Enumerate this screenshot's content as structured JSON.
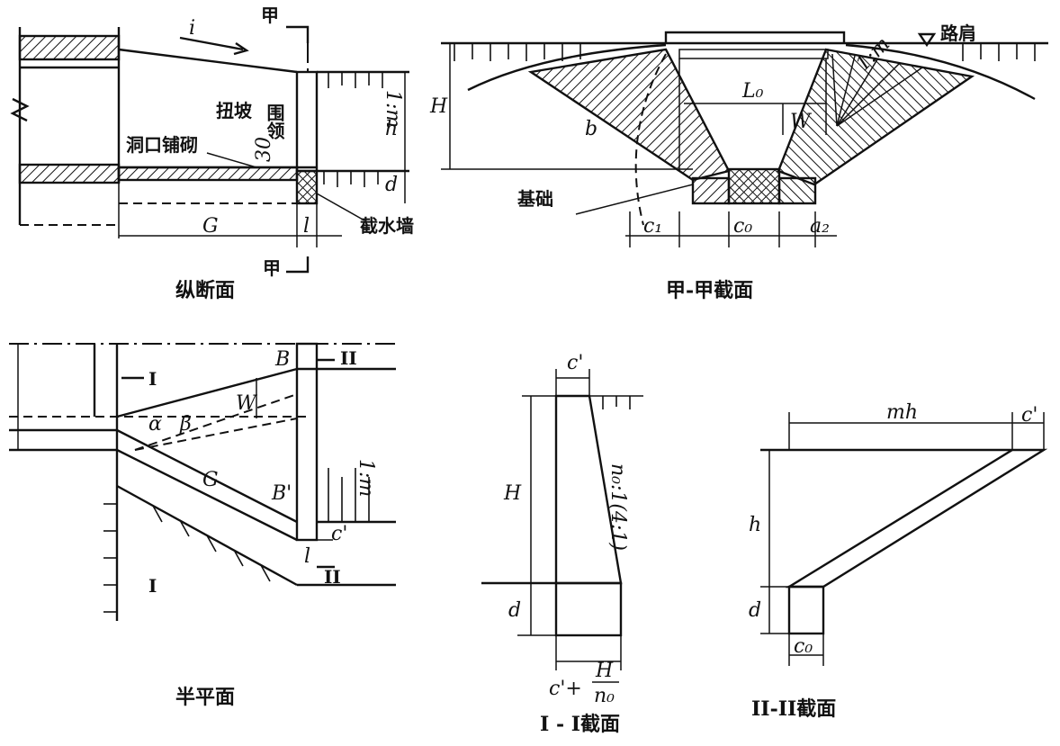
{
  "panels": {
    "longitudinal": {
      "caption": "纵断面",
      "labels": {
        "flow_i": "i",
        "section_mark_top": "甲",
        "section_mark_bottom": "甲",
        "twist_slope": "扭坡",
        "headwall": "围领",
        "paving": "洞口铺砌",
        "value_30": "30",
        "slope": "1:m",
        "h": "h",
        "d": "d",
        "G": "G",
        "l": "l",
        "cutoff_wall": "截水墙"
      }
    },
    "section_jia": {
      "caption": "甲-甲截面",
      "labels": {
        "road_shoulder": "路肩",
        "H": "H",
        "L0": "L₀",
        "W": "W",
        "b": "b",
        "slope": "1:m",
        "foundation": "基础",
        "c1": "c₁",
        "c0": "c₀",
        "a2": "a₂"
      }
    },
    "plan": {
      "caption": "半平面",
      "labels": {
        "section_I_top": "I",
        "section_I_bottom": "I",
        "section_II_top": "II",
        "section_II_bottom": "II",
        "B_top": "B",
        "B_bottom": "B'",
        "W": "W",
        "alpha": "α",
        "beta": "β",
        "G": "G",
        "slope": "1:m",
        "c": "c'",
        "l": "l"
      }
    },
    "section_I": {
      "caption": "I - I截面",
      "labels": {
        "c_top": "c'",
        "H": "H",
        "d": "d",
        "slope": "n₀:1(4:1)",
        "bottom_width_main": "c'+",
        "bottom_width_num": "H",
        "bottom_width_den": "n₀"
      }
    },
    "section_II": {
      "caption": "II-II截面",
      "labels": {
        "mh": "mh",
        "c_top": "c'",
        "h": "h",
        "d": "d",
        "c0": "c₀"
      }
    }
  }
}
